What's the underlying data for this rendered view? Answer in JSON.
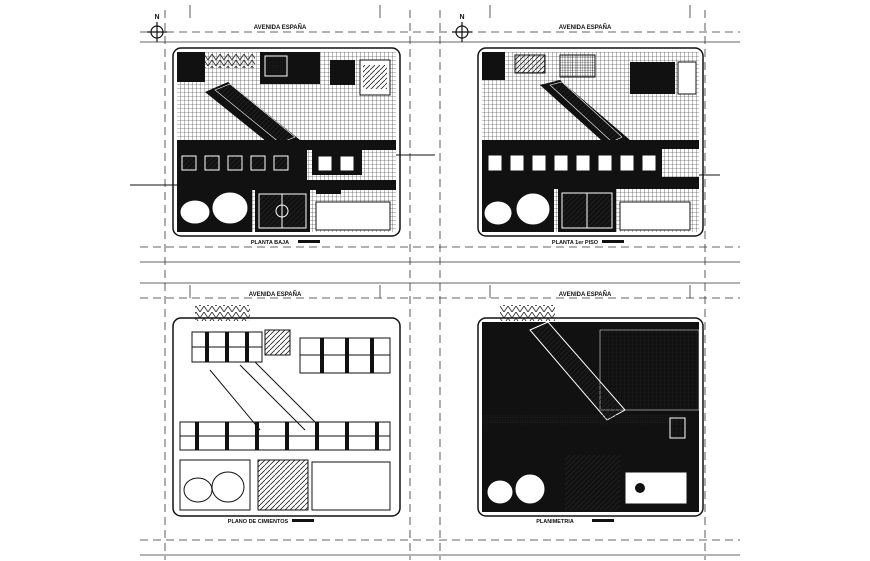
{
  "street_label": "AVENIDA ESPAÑA",
  "north_mark": "N",
  "panels": [
    {
      "id": "planta-baja",
      "title": "PLANTA BAJA"
    },
    {
      "id": "planta-1er-piso",
      "title": "PLANTA 1er PISO"
    },
    {
      "id": "plano-de-cimientos",
      "title": "PLANO DE CIMIENTOS"
    },
    {
      "id": "planimetria",
      "title": "PLANIMETRIA"
    }
  ],
  "colors": {
    "ink": "#111111",
    "paper": "#ffffff",
    "hatch": "#222222"
  },
  "icons": [
    "north-arrow-icon"
  ]
}
